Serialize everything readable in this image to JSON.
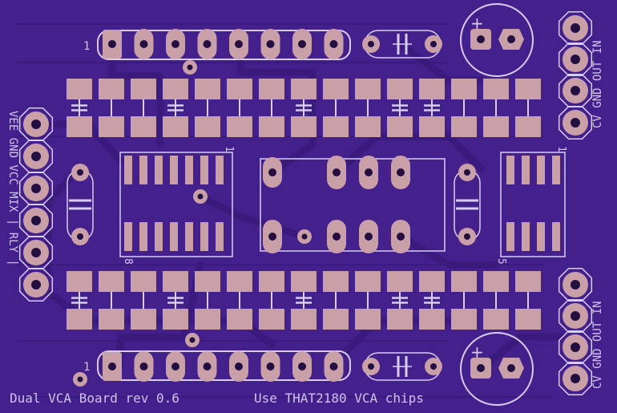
{
  "colors": {
    "board": "#44208c",
    "trace": "#3d1c80",
    "pad": "#c9a0a8",
    "silk": "#d8cdf2",
    "drill": "#241040"
  },
  "labels": {
    "header_pin1_top": "1",
    "header_pin1_bottom": "1",
    "ic_left_pin1": "1",
    "ic_left_pin8": "8",
    "ic_right_pin1": "1",
    "ic_right_pin5": "5",
    "right_connector_top": "CV GND OUT IN",
    "right_connector_bottom": "CV GND OUT IN",
    "left_connector": "VEE GND VCC MIX | RLY |",
    "board_title": "Dual VCA Board rev 0.6",
    "chip_note": "Use THAT2180 VCA chips"
  }
}
